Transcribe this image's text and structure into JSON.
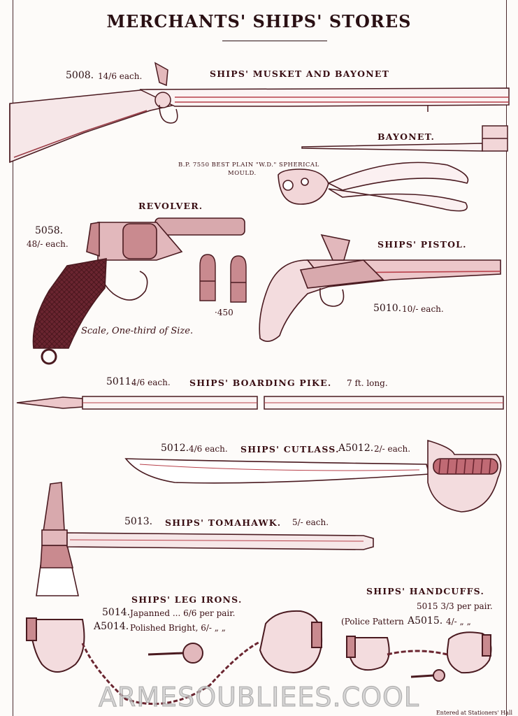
{
  "title": "MERCHANTS' SHIPS' STORES",
  "musket": {
    "number": "5008.",
    "price": "14/6 each.",
    "caption": "SHIPS' MUSKET AND BAYONET"
  },
  "bayonet": {
    "caption": "BAYONET."
  },
  "mould": {
    "line1": "B.P. 7550 BEST PLAIN \"W.D.\" SPHERICAL",
    "line2": "MOULD."
  },
  "revolver": {
    "caption": "REVOLVER.",
    "number": "5058.",
    "price": "48/- each.",
    "scale_note": "Scale, One-third of Size.",
    "cartridge_label": "·450"
  },
  "pistol": {
    "caption": "SHIPS' PISTOL.",
    "number": "5010.",
    "price": "10/- each."
  },
  "pike": {
    "number": "5011.",
    "price": "4/6 each.",
    "caption": "SHIPS' BOARDING PIKE.",
    "length": "7 ft. long."
  },
  "cutlass": {
    "number": "5012.",
    "price": "4/6 each.",
    "caption": "SHIPS' CUTLASS.",
    "alt_number": "A5012.",
    "alt_price": "2/- each."
  },
  "tomahawk": {
    "number": "5013.",
    "caption": "SHIPS' TOMAHAWK.",
    "price": "5/- each."
  },
  "leg_irons": {
    "caption": "SHIPS' LEG IRONS.",
    "line1_number": "5014.",
    "line1_text": "Japanned ... 6/6 per pair.",
    "line2_number": "A5014.",
    "line2_text": "Polished Bright, 6/- „ „"
  },
  "handcuffs": {
    "caption": "SHIPS' HANDCUFFS.",
    "line1": "5015 3/3 per pair.",
    "line2_prefix": "(Police Pattern",
    "line2_number": "A5015.",
    "line2_text": "4/- „ „"
  },
  "watermark": "ARMESOUBLIEES.COOL",
  "footer": "Entered at Stationers' Hall",
  "colors": {
    "ink": "#3a0f14",
    "red": "#b8404a",
    "steel": "#c98a8f",
    "paper": "#fdfbf9"
  }
}
